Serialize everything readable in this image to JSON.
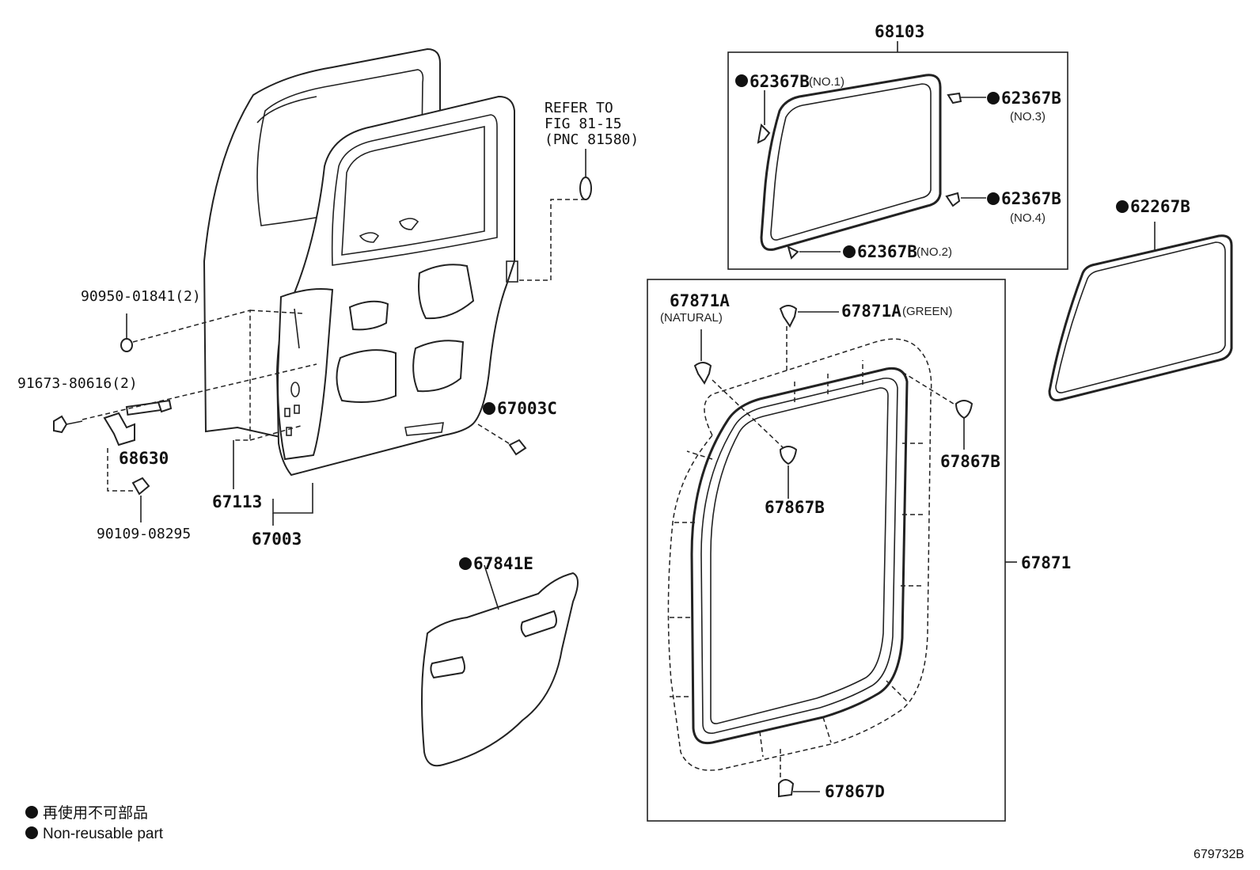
{
  "labels": {
    "p68103": "68103",
    "p62367B_no1": "62367B",
    "p62367B_no1_note": "(NO.1)",
    "p62367B_no3": "62367B",
    "p62367B_no3_note": "(NO.3)",
    "p62367B_no4": "62367B",
    "p62367B_no4_note": "(NO.4)",
    "p62367B_no2": "62367B",
    "p62367B_no2_note": "(NO.2)",
    "p62267B": "62267B",
    "refer_line1": "REFER TO",
    "refer_line2": "FIG 81-15",
    "refer_line3": "(PNC 81580)",
    "p90950": "90950-01841(2)",
    "p91673": "91673-80616(2)",
    "p68630": "68630",
    "p90109": "90109-08295",
    "p67113": "67113",
    "p67003": "67003",
    "p67003C": "67003C",
    "p67841E": "67841E",
    "p67871A_nat": "67871A",
    "p67871A_nat_note": "(NATURAL)",
    "p67871A_green": "67871A",
    "p67871A_green_note": "(GREEN)",
    "p67867B_a": "67867B",
    "p67867B_b": "67867B",
    "p67867D": "67867D",
    "p67871": "67871"
  },
  "legend": {
    "line1": "再使用不可部品",
    "line2": "Non-reusable part"
  },
  "figure_id": "679732B"
}
